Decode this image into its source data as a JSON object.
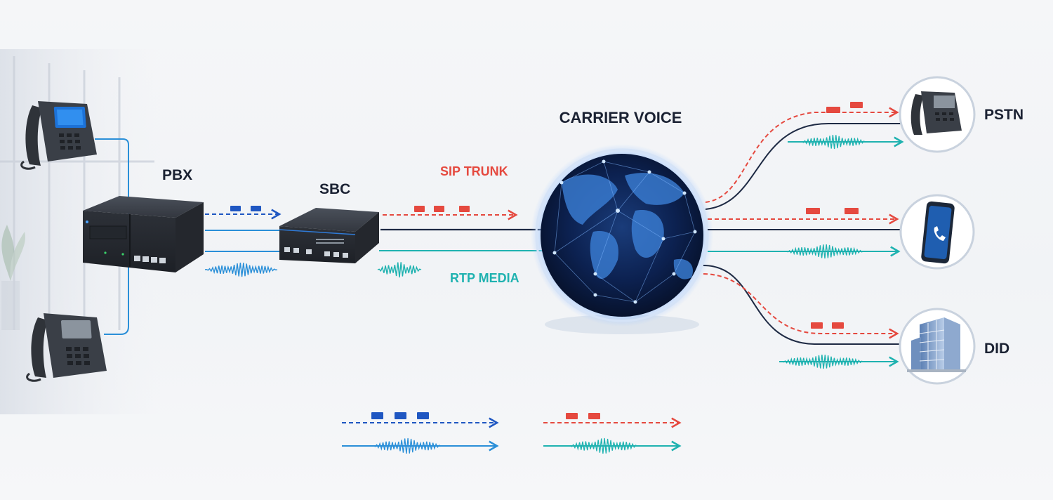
{
  "labels": {
    "pbx": "PBX",
    "sbc": "SBC",
    "carrier": "CARRIER VOICE",
    "sip_trunk": "SIP TRUNK",
    "rtp_media": "RTP MEDIA",
    "pstn": "PSTN",
    "did": "DID"
  },
  "colors": {
    "sip": "#e5493f",
    "rtp": "#1fb2b0",
    "internal_signal": "#1f57c2",
    "internal_media": "#2a8fd8",
    "trunk_line": "#1e2a44",
    "device_dark": "#2b2f36",
    "label_dark": "#1b2233",
    "globe_dark": "#0b1a3a",
    "globe_glow": "#4fa6ff"
  },
  "icons": {
    "desk_phone": "desk-phone-icon",
    "pbx_box": "pbx-appliance-icon",
    "sbc_box": "sbc-appliance-icon",
    "globe": "world-globe-icon",
    "mobile": "mobile-phone-icon",
    "building": "office-building-icon"
  }
}
